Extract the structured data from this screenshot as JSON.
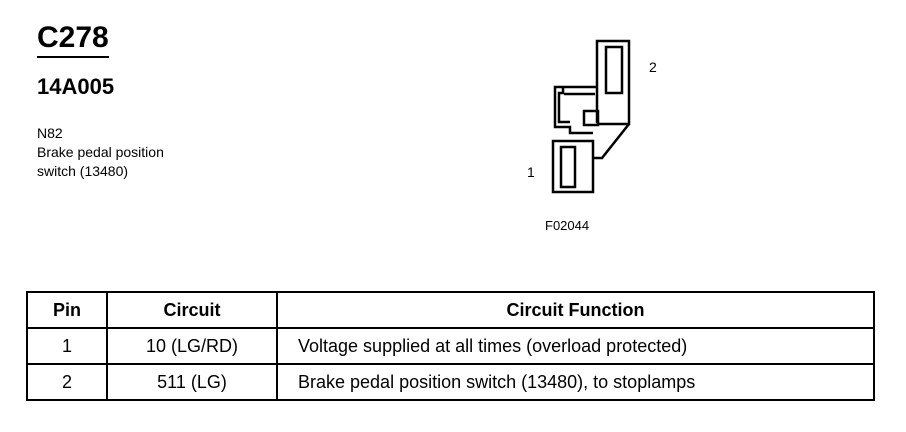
{
  "connector": {
    "id": "C278",
    "part_number": "14A005",
    "location_code": "N82",
    "description_lines": [
      "Brake pedal position",
      "switch (13480)"
    ]
  },
  "diagram": {
    "pin_labels": [
      "1",
      "2"
    ],
    "figure_id": "F02044"
  },
  "table": {
    "headers": [
      "Pin",
      "Circuit",
      "Circuit Function"
    ],
    "rows": [
      {
        "pin": "1",
        "circuit": "10 (LG/RD)",
        "function": "Voltage supplied at all times (overload protected)"
      },
      {
        "pin": "2",
        "circuit": "511 (LG)",
        "function": "Brake pedal position switch (13480), to stoplamps"
      }
    ]
  }
}
